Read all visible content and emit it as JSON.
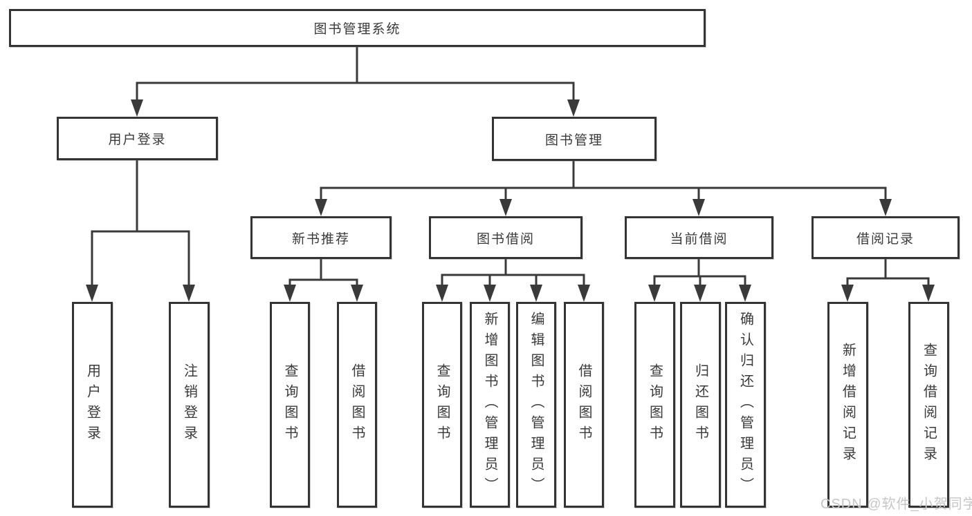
{
  "tree": {
    "root": {
      "label": "图书管理系统"
    },
    "branches": [
      {
        "label": "用户登录",
        "children": [
          {
            "label": "用户登录"
          },
          {
            "label": "注销登录"
          }
        ]
      },
      {
        "label": "图书管理",
        "children": [
          {
            "label": "新书推荐",
            "children": [
              {
                "label": "查询图书"
              },
              {
                "label": "借阅图书"
              }
            ]
          },
          {
            "label": "图书借阅",
            "children": [
              {
                "label": "查询图书"
              },
              {
                "label": "新增图书（管理员）"
              },
              {
                "label": "编辑图书（管理员）"
              },
              {
                "label": "借阅图书"
              }
            ]
          },
          {
            "label": "当前借阅",
            "children": [
              {
                "label": "查询图书"
              },
              {
                "label": "归还图书"
              },
              {
                "label": "确认归还（管理员）"
              }
            ]
          },
          {
            "label": "借阅记录",
            "children": [
              {
                "label": "新增借阅记录"
              },
              {
                "label": "查询借阅记录"
              }
            ]
          }
        ]
      }
    ]
  },
  "watermark": "CSDN @软件_小贺同学",
  "colors": {
    "line": "#3a3a3a",
    "box_border": "#343434",
    "box_fill": "#ffffff",
    "text": "#3a3a3a",
    "watermark": "#c6c6c6",
    "background": "#ffffff"
  }
}
